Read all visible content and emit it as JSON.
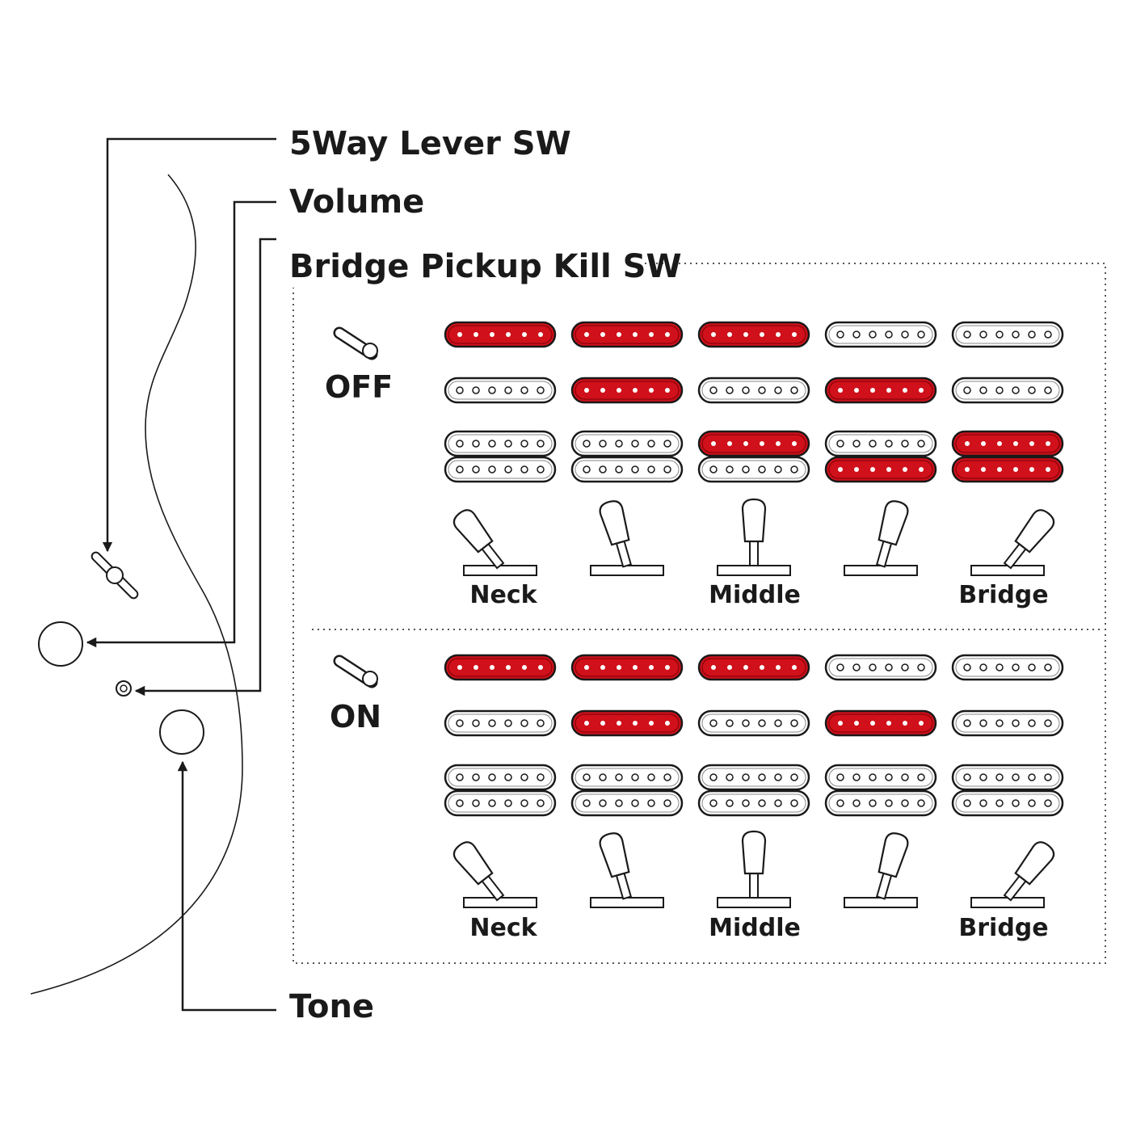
{
  "callouts": {
    "lever_switch": "5Way Lever SW",
    "volume": "Volume",
    "kill_switch": "Bridge Pickup Kill SW",
    "tone": "Tone"
  },
  "colors": {
    "active": "#d0101a",
    "inactive": "#ffffff",
    "line": "#1a1a1a"
  },
  "modes": [
    {
      "state": "OFF",
      "rows": [
        {
          "kind": "single",
          "active": [
            [
              true
            ],
            [
              true
            ],
            [
              true
            ],
            [
              false
            ],
            [
              false
            ]
          ]
        },
        {
          "kind": "single",
          "active": [
            [
              false
            ],
            [
              true
            ],
            [
              false
            ],
            [
              true
            ],
            [
              false
            ]
          ]
        },
        {
          "kind": "humbucker",
          "active": [
            [
              false,
              false
            ],
            [
              false,
              false
            ],
            [
              true,
              false
            ],
            [
              false,
              true
            ],
            [
              true,
              true
            ]
          ]
        }
      ]
    },
    {
      "state": "ON",
      "rows": [
        {
          "kind": "single",
          "active": [
            [
              true
            ],
            [
              true
            ],
            [
              true
            ],
            [
              false
            ],
            [
              false
            ]
          ]
        },
        {
          "kind": "single",
          "active": [
            [
              false
            ],
            [
              true
            ],
            [
              false
            ],
            [
              true
            ],
            [
              false
            ]
          ]
        },
        {
          "kind": "humbucker",
          "active": [
            [
              false,
              false
            ],
            [
              false,
              false
            ],
            [
              false,
              false
            ],
            [
              false,
              false
            ],
            [
              false,
              false
            ]
          ]
        }
      ]
    }
  ],
  "positions": [
    "Neck",
    "",
    "Middle",
    "",
    "Bridge"
  ]
}
